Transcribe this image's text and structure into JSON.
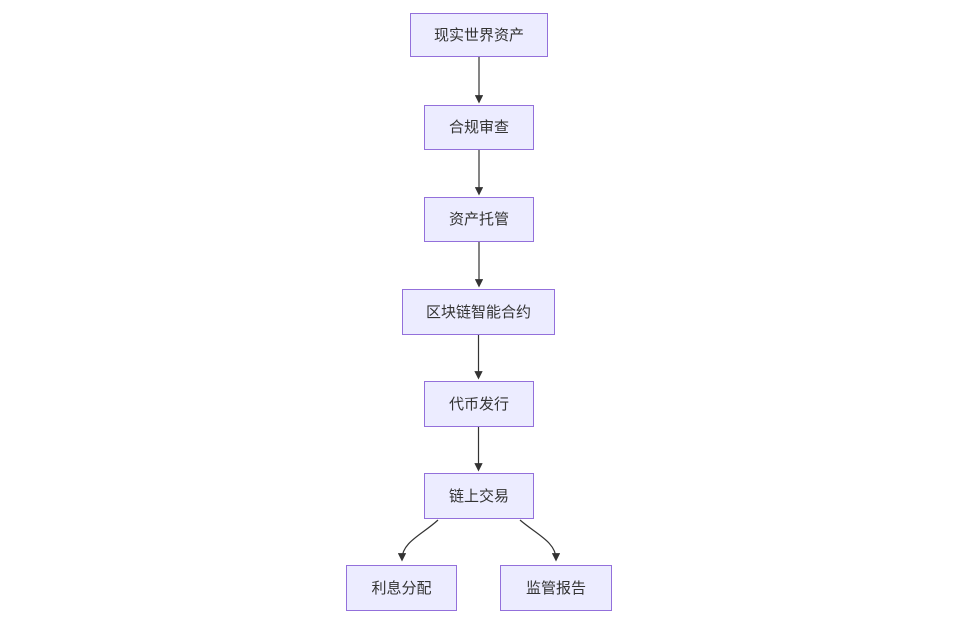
{
  "diagram": {
    "type": "flowchart",
    "direction": "top-down",
    "nodes": [
      {
        "id": "A",
        "label": "现实世界资产"
      },
      {
        "id": "B",
        "label": "合规审查"
      },
      {
        "id": "C",
        "label": "资产托管"
      },
      {
        "id": "D",
        "label": "区块链智能合约"
      },
      {
        "id": "E",
        "label": "代币发行"
      },
      {
        "id": "F",
        "label": "链上交易"
      },
      {
        "id": "G",
        "label": "利息分配"
      },
      {
        "id": "H",
        "label": "监管报告"
      }
    ],
    "edges": [
      {
        "from": "现实世界资产",
        "to": "合规审查"
      },
      {
        "from": "合规审查",
        "to": "资产托管"
      },
      {
        "from": "资产托管",
        "to": "区块链智能合约"
      },
      {
        "from": "区块链智能合约",
        "to": "代币发行"
      },
      {
        "from": "代币发行",
        "to": "链上交易"
      },
      {
        "from": "链上交易",
        "to": "利息分配"
      },
      {
        "from": "链上交易",
        "to": "监管报告"
      }
    ],
    "colors": {
      "node_fill": "#ECECFF",
      "node_border": "#9370DB",
      "edge_line": "#333333",
      "text": "#333333",
      "background": "#FFFFFF"
    }
  }
}
